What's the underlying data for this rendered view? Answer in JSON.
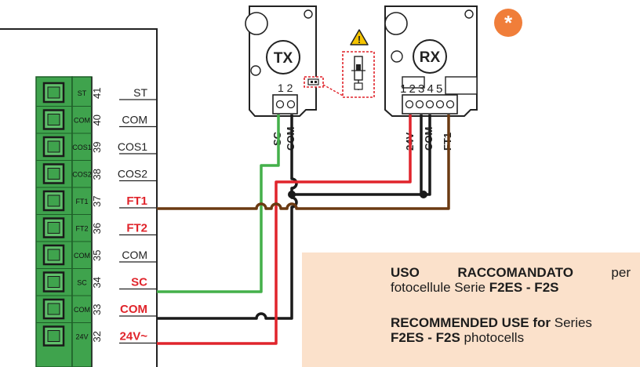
{
  "terminals": [
    {
      "num": "41",
      "label": "ST",
      "strip": "ST",
      "highlight": false
    },
    {
      "num": "40",
      "label": "COM",
      "strip": "COM",
      "highlight": false
    },
    {
      "num": "39",
      "label": "COS1",
      "strip": "COS1",
      "highlight": false
    },
    {
      "num": "38",
      "label": "COS2",
      "strip": "COS2",
      "highlight": false
    },
    {
      "num": "37",
      "label": "FT1",
      "strip": "FT1",
      "highlight": true
    },
    {
      "num": "36",
      "label": "FT2",
      "strip": "FT2",
      "highlight": true
    },
    {
      "num": "35",
      "label": "COM",
      "strip": "COM",
      "highlight": false
    },
    {
      "num": "34",
      "label": "SC",
      "strip": "SC",
      "highlight": true
    },
    {
      "num": "33",
      "label": "COM",
      "strip": "COM",
      "highlight": true
    },
    {
      "num": "32",
      "label": "24V~",
      "strip": "24V",
      "highlight": true
    }
  ],
  "tx": {
    "label": "TX",
    "pin_numbers": "1 2",
    "wires": [
      "SC",
      "COM"
    ]
  },
  "rx": {
    "label": "RX",
    "pin_numbers": "1 2 3 4 5",
    "wires": [
      "24V",
      "COM",
      "FT1"
    ]
  },
  "badge": {
    "symbol": "*"
  },
  "colors": {
    "green_terminal": "#3fa34d",
    "red_label": "#e0242b",
    "wire_brown": "#6b3a12",
    "wire_green": "#44b04a",
    "wire_red": "#e0242b",
    "wire_black": "#1a1a1a",
    "warning_yellow": "#f5c400",
    "note_background": "#fbe1cb",
    "badge_orange": "#f07e3a"
  },
  "note": {
    "it_line1_a": "USO",
    "it_line1_b": "RACCOMANDATO",
    "it_line1_c": "per",
    "it_line2_a": "fotocellule Serie ",
    "it_line2_b": "F2ES - F2S",
    "en_line1_a": "RECOMMENDED USE for",
    "en_line1_b": " Series",
    "en_line2_a": "F2ES - F2S",
    "en_line2_b": " photocells"
  }
}
